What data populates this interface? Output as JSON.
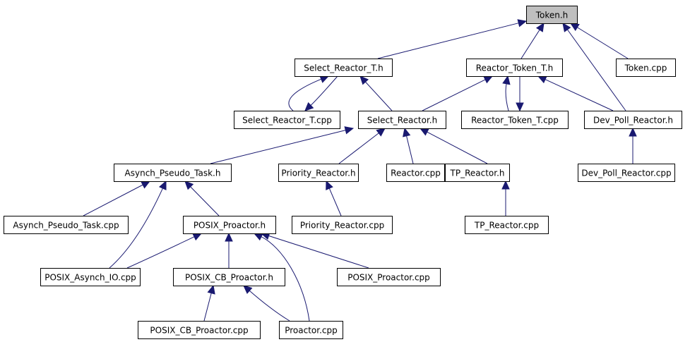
{
  "diagram": {
    "title": "Token.h include dependency graph",
    "colors": {
      "edge": "#191970",
      "root_fill": "#bfbfbf",
      "node_fill": "#ffffff",
      "border": "#000000"
    },
    "nodes": [
      {
        "id": "token_h",
        "label": "Token.h",
        "root": true
      },
      {
        "id": "select_reactor_t_h",
        "label": "Select_Reactor_T.h"
      },
      {
        "id": "reactor_token_t_h",
        "label": "Reactor_Token_T.h"
      },
      {
        "id": "token_cpp",
        "label": "Token.cpp"
      },
      {
        "id": "select_reactor_t_cpp",
        "label": "Select_Reactor_T.cpp"
      },
      {
        "id": "select_reactor_h",
        "label": "Select_Reactor.h"
      },
      {
        "id": "reactor_token_t_cpp",
        "label": "Reactor_Token_T.cpp"
      },
      {
        "id": "dev_poll_reactor_h",
        "label": "Dev_Poll_Reactor.h"
      },
      {
        "id": "asynch_pseudo_task_h",
        "label": "Asynch_Pseudo_Task.h"
      },
      {
        "id": "priority_reactor_h",
        "label": "Priority_Reactor.h"
      },
      {
        "id": "reactor_cpp",
        "label": "Reactor.cpp"
      },
      {
        "id": "tp_reactor_h",
        "label": "TP_Reactor.h"
      },
      {
        "id": "dev_poll_reactor_cpp",
        "label": "Dev_Poll_Reactor.cpp"
      },
      {
        "id": "asynch_pseudo_task_cpp",
        "label": "Asynch_Pseudo_Task.cpp"
      },
      {
        "id": "posix_proactor_h",
        "label": "POSIX_Proactor.h"
      },
      {
        "id": "priority_reactor_cpp",
        "label": "Priority_Reactor.cpp"
      },
      {
        "id": "tp_reactor_cpp",
        "label": "TP_Reactor.cpp"
      },
      {
        "id": "posix_asynch_io_cpp",
        "label": "POSIX_Asynch_IO.cpp"
      },
      {
        "id": "posix_cb_proactor_h",
        "label": "POSIX_CB_Proactor.h"
      },
      {
        "id": "posix_proactor_cpp",
        "label": "POSIX_Proactor.cpp"
      },
      {
        "id": "posix_cb_proactor_cpp",
        "label": "POSIX_CB_Proactor.cpp"
      },
      {
        "id": "proactor_cpp",
        "label": "Proactor.cpp"
      }
    ],
    "edges": [
      {
        "from": "select_reactor_t_h",
        "to": "token_h"
      },
      {
        "from": "reactor_token_t_h",
        "to": "token_h"
      },
      {
        "from": "dev_poll_reactor_h",
        "to": "token_h"
      },
      {
        "from": "token_cpp",
        "to": "token_h"
      },
      {
        "from": "select_reactor_t_cpp",
        "to": "select_reactor_t_h"
      },
      {
        "from": "select_reactor_t_h",
        "to": "select_reactor_t_cpp"
      },
      {
        "from": "select_reactor_h",
        "to": "select_reactor_t_h"
      },
      {
        "from": "select_reactor_h",
        "to": "reactor_token_t_h"
      },
      {
        "from": "reactor_token_t_cpp",
        "to": "reactor_token_t_h"
      },
      {
        "from": "reactor_token_t_h",
        "to": "reactor_token_t_cpp"
      },
      {
        "from": "dev_poll_reactor_h",
        "to": "reactor_token_t_h"
      },
      {
        "from": "asynch_pseudo_task_h",
        "to": "select_reactor_h"
      },
      {
        "from": "priority_reactor_h",
        "to": "select_reactor_h"
      },
      {
        "from": "reactor_cpp",
        "to": "select_reactor_h"
      },
      {
        "from": "tp_reactor_h",
        "to": "select_reactor_h"
      },
      {
        "from": "dev_poll_reactor_cpp",
        "to": "dev_poll_reactor_h"
      },
      {
        "from": "asynch_pseudo_task_cpp",
        "to": "asynch_pseudo_task_h"
      },
      {
        "from": "posix_asynch_io_cpp",
        "to": "asynch_pseudo_task_h"
      },
      {
        "from": "posix_proactor_h",
        "to": "asynch_pseudo_task_h"
      },
      {
        "from": "priority_reactor_cpp",
        "to": "priority_reactor_h"
      },
      {
        "from": "tp_reactor_cpp",
        "to": "tp_reactor_h"
      },
      {
        "from": "posix_asynch_io_cpp",
        "to": "posix_proactor_h"
      },
      {
        "from": "posix_cb_proactor_h",
        "to": "posix_proactor_h"
      },
      {
        "from": "proactor_cpp",
        "to": "posix_proactor_h"
      },
      {
        "from": "posix_proactor_cpp",
        "to": "posix_proactor_h"
      },
      {
        "from": "posix_cb_proactor_cpp",
        "to": "posix_cb_proactor_h"
      },
      {
        "from": "proactor_cpp",
        "to": "posix_cb_proactor_h"
      }
    ]
  }
}
